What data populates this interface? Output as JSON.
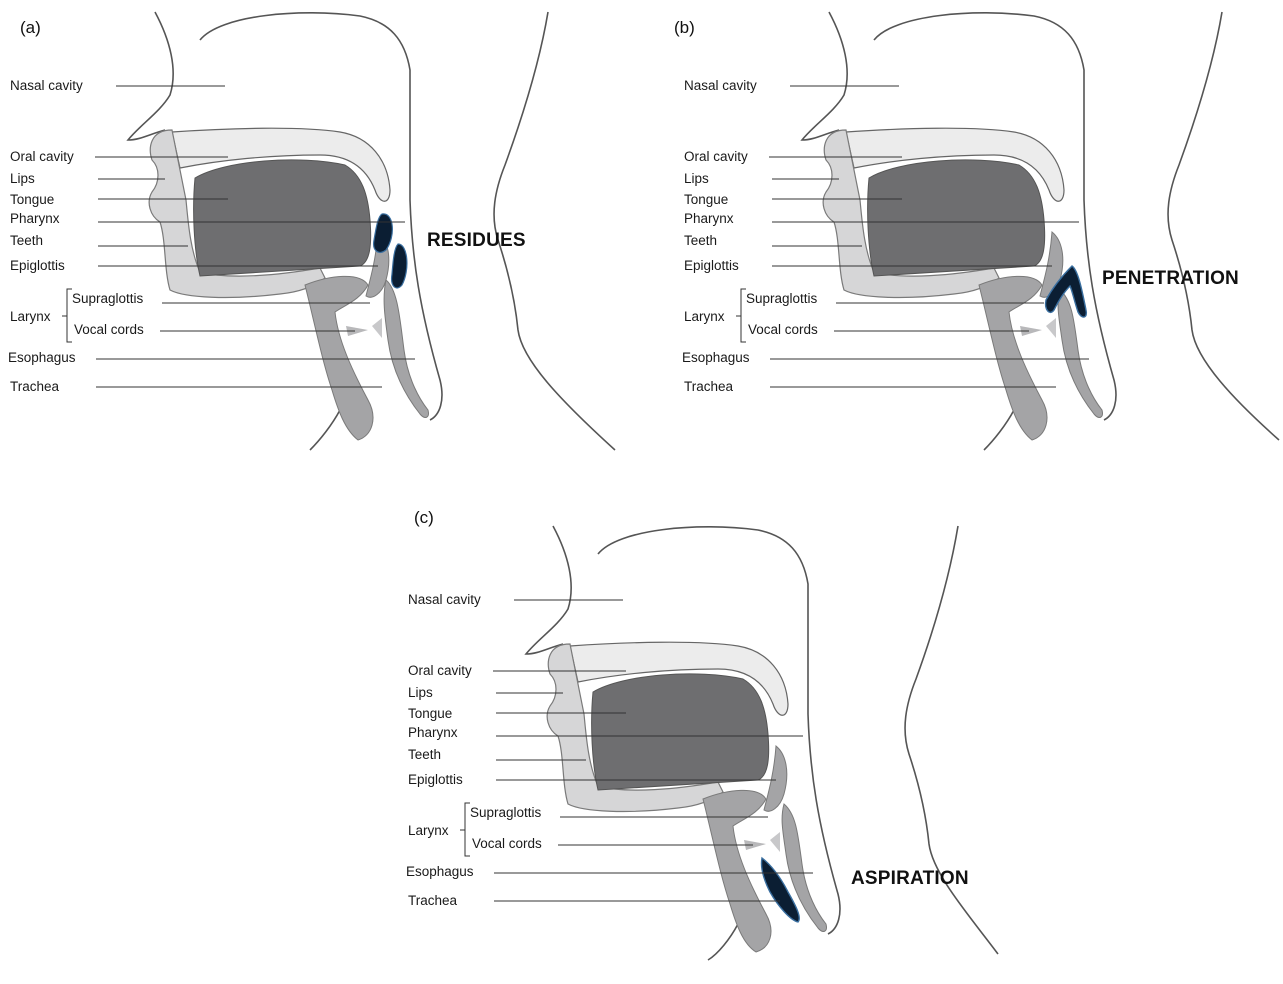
{
  "labels": {
    "nasal": "Nasal cavity",
    "oral": "Oral cavity",
    "lips": "Lips",
    "tongue": "Tongue",
    "pharynx": "Pharynx",
    "teeth": "Teeth",
    "epiglottis": "Epiglottis",
    "larynx": "Larynx",
    "supraglottis": "Supraglottis",
    "vocal": "Vocal cords",
    "esophagus": "Esophagus",
    "trachea": "Trachea"
  },
  "panels": [
    {
      "id": "a",
      "label": "(a)",
      "callout": "RESIDUES"
    },
    {
      "id": "b",
      "label": "(b)",
      "callout": "PENETRATION"
    },
    {
      "id": "c",
      "label": "(c)",
      "callout": "ASPIRATION"
    }
  ],
  "colors": {
    "outline": "#555555",
    "leader": "#333333",
    "tongue": "#6e6e70",
    "palate": "#ececec",
    "tube": "#a4a4a6",
    "bolus": "#0b1e33"
  }
}
